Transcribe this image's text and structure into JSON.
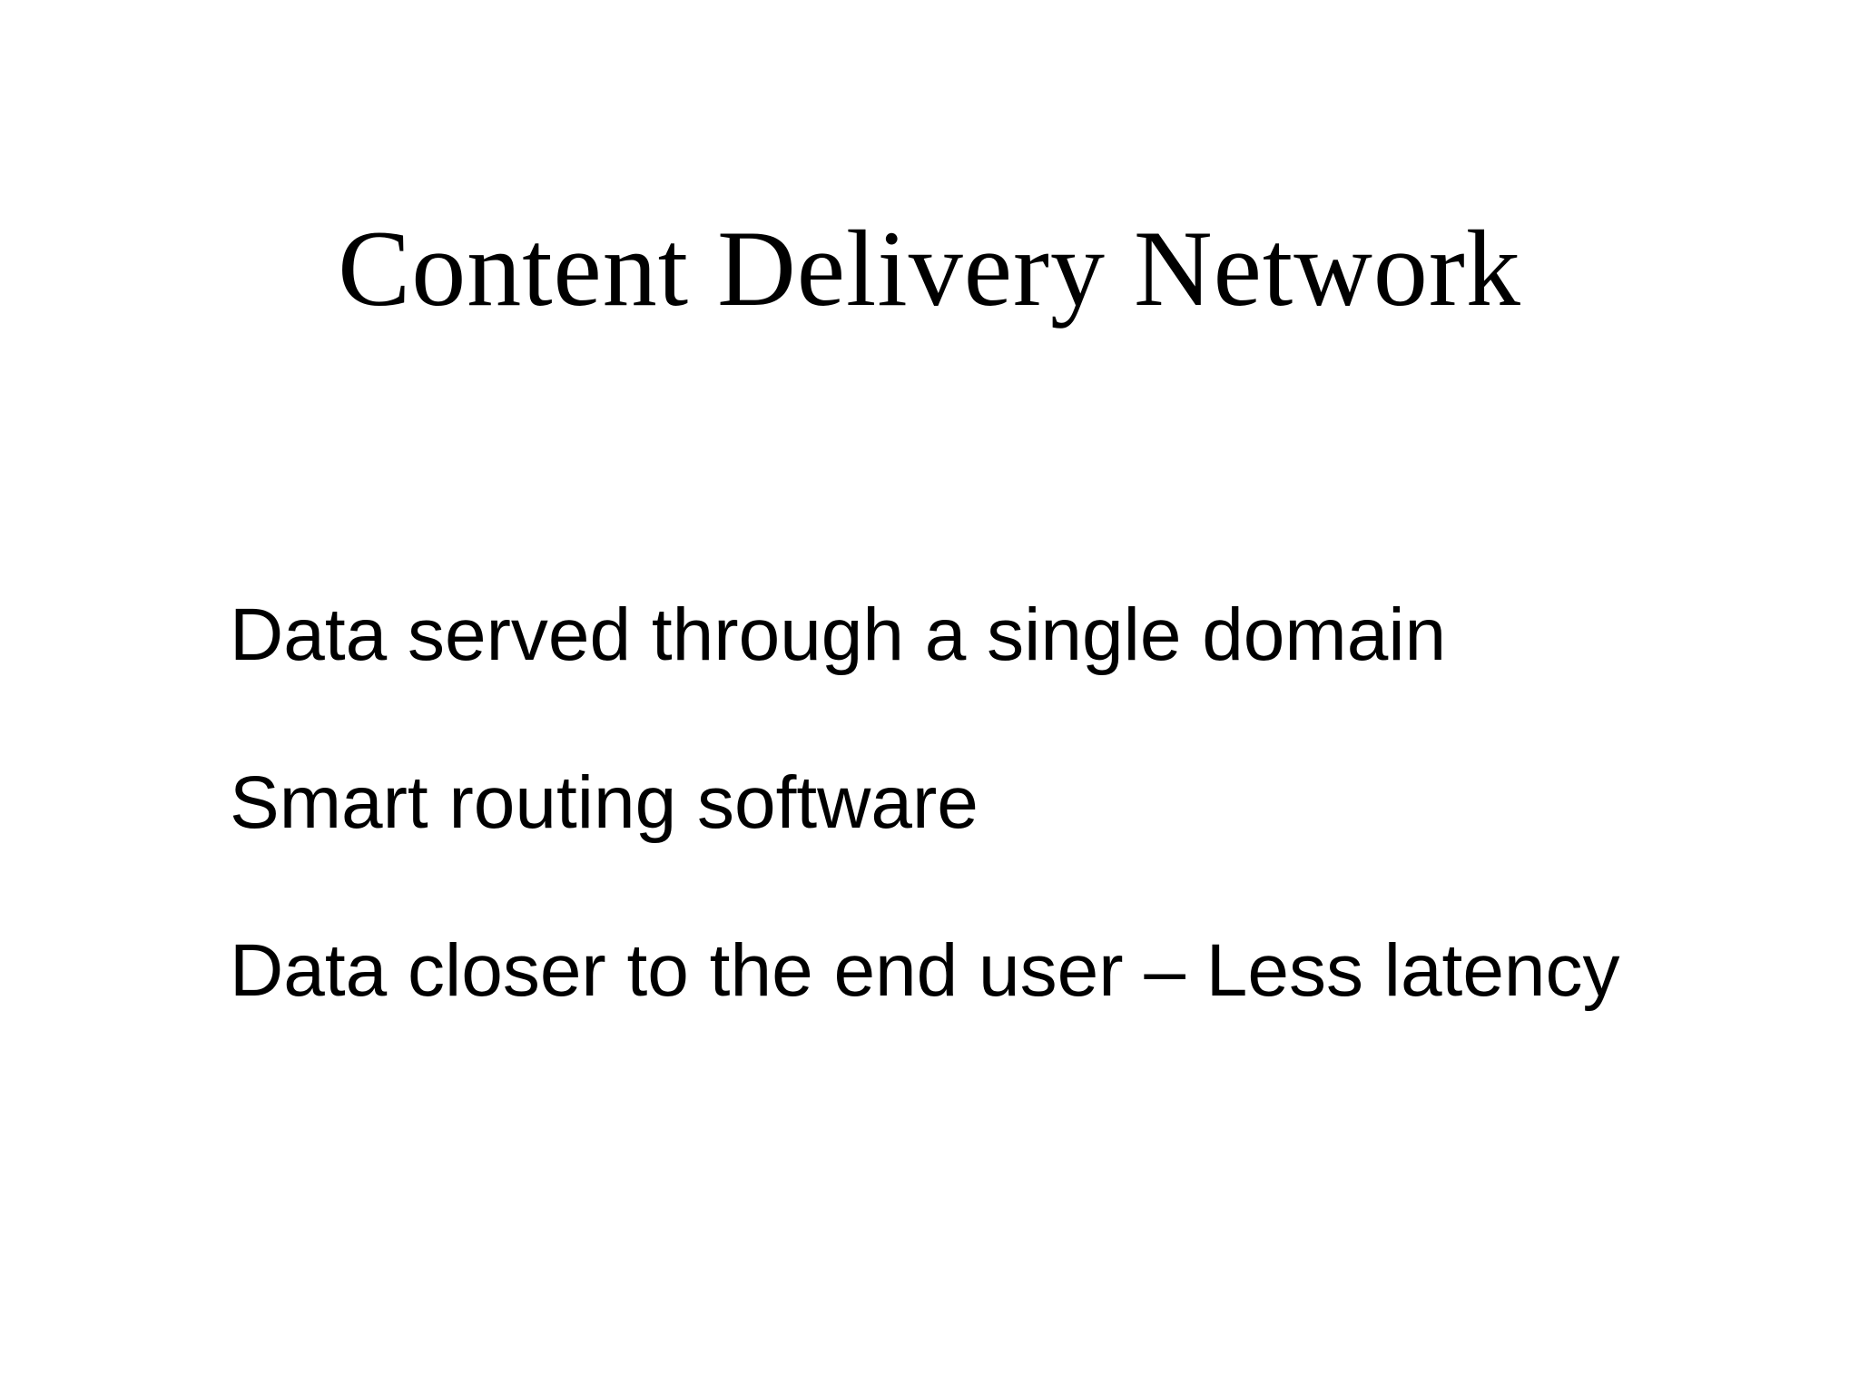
{
  "slide": {
    "title": "Content Delivery Network",
    "bullets": [
      "Data served through a single domain",
      "Smart routing software",
      "Data closer to the end user – Less latency"
    ],
    "colors": {
      "background": "#ffffff",
      "text": "#000000"
    }
  }
}
